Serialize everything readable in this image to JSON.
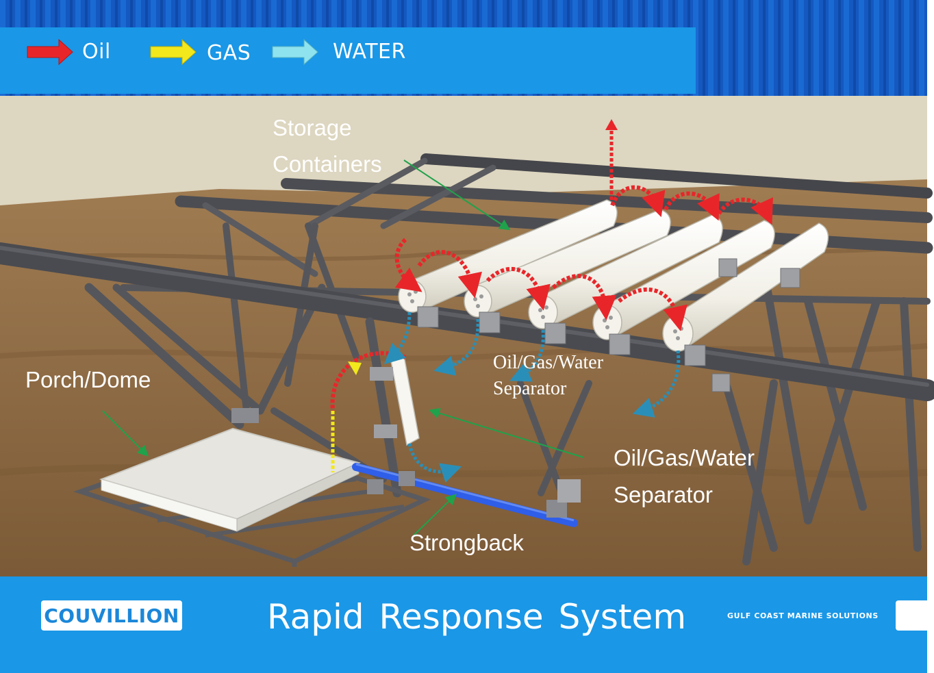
{
  "legend": {
    "items": [
      {
        "label": "Oil",
        "color": "#e8262a"
      },
      {
        "label": "GAS",
        "color": "#f2e81c"
      },
      {
        "label": "WATER",
        "color": "#8fe3ef"
      }
    ]
  },
  "labels": {
    "storage_line1": "Storage",
    "storage_line2": "Containers",
    "porch": "Porch/Dome",
    "separator_small_line1": "Oil/Gas/Water",
    "separator_small_line2": "Separator",
    "separator_large_line1": "Oil/Gas/Water",
    "separator_large_line2": "Separator",
    "strongback": "Strongback"
  },
  "footer": {
    "logo": "COUVILLION",
    "title": "Rapid Response  System",
    "tagline": "GULF COAST MARINE SOLUTIONS"
  },
  "colors": {
    "banner_blue": "#1a97e6",
    "top_blue": "#1264c8",
    "seafloor": "#8a6a44",
    "backdrop": "#ddd6c0",
    "pipe_gray": "#4c4d52",
    "strongback_blue": "#2f5ee8",
    "pointer_green": "#1fa24b"
  }
}
